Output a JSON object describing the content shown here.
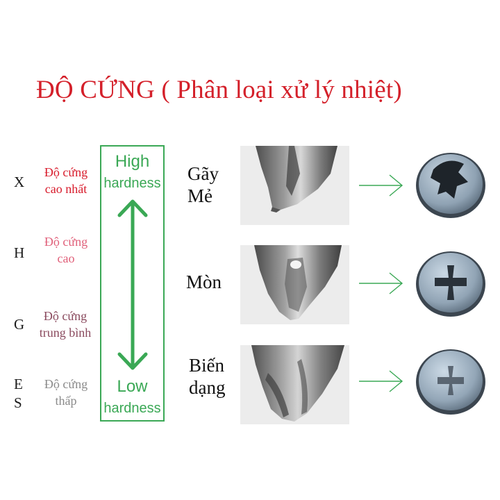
{
  "title": "ĐỘ CỨNG ( Phân loại xử lý nhiệt)",
  "grades": [
    {
      "code": "X",
      "line1": "Độ cứng",
      "line2": "cao nhất",
      "color": "#d81c2c"
    },
    {
      "code": "H",
      "line1": "Độ cứng",
      "line2": "cao",
      "color": "#e0607a"
    },
    {
      "code": "G",
      "line1": "Độ cứng",
      "line2": "trung bình",
      "color": "#8a4a5e"
    },
    {
      "code_a": "E",
      "code_b": "S",
      "line1": "Độ cứng",
      "line2": "thấp",
      "color": "#8a8a8a"
    }
  ],
  "scale": {
    "high1": "High",
    "high2": "hardness",
    "low1": "Low",
    "low2": "hardness",
    "color": "#3aa855"
  },
  "effects": [
    {
      "line1": "Gãy",
      "line2": "Mẻ",
      "icon": "chipped-screw-head-icon"
    },
    {
      "line1": "Mòn",
      "icon": "worn-screw-head-icon"
    },
    {
      "line1": "Biến",
      "line2": "dạng",
      "icon": "deformed-screw-head-icon"
    }
  ]
}
